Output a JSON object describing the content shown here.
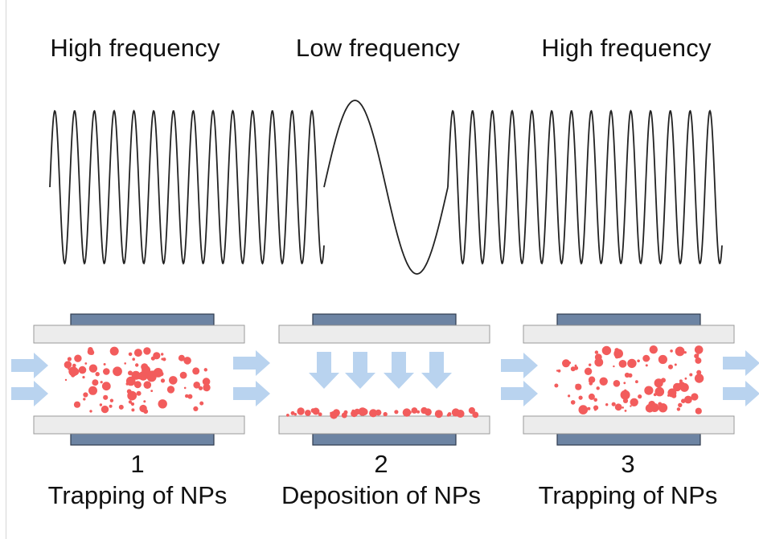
{
  "frequency_labels": {
    "left": "High frequency",
    "middle": "Low frequency",
    "right": "High frequency"
  },
  "steps": [
    {
      "number": "1",
      "caption": "Trapping of NPs"
    },
    {
      "number": "2",
      "caption": "Deposition of NPs"
    },
    {
      "number": "3",
      "caption": "Trapping of NPs"
    }
  ],
  "colors": {
    "waveform": "#222222",
    "electrode": "#6d84a3",
    "electrode_border": "#2e3b4e",
    "channel_wall": "#ececec",
    "channel_wall_border": "#9a9a9a",
    "arrow": "#b9d3ef",
    "nanoparticle": "#f25c5c"
  }
}
